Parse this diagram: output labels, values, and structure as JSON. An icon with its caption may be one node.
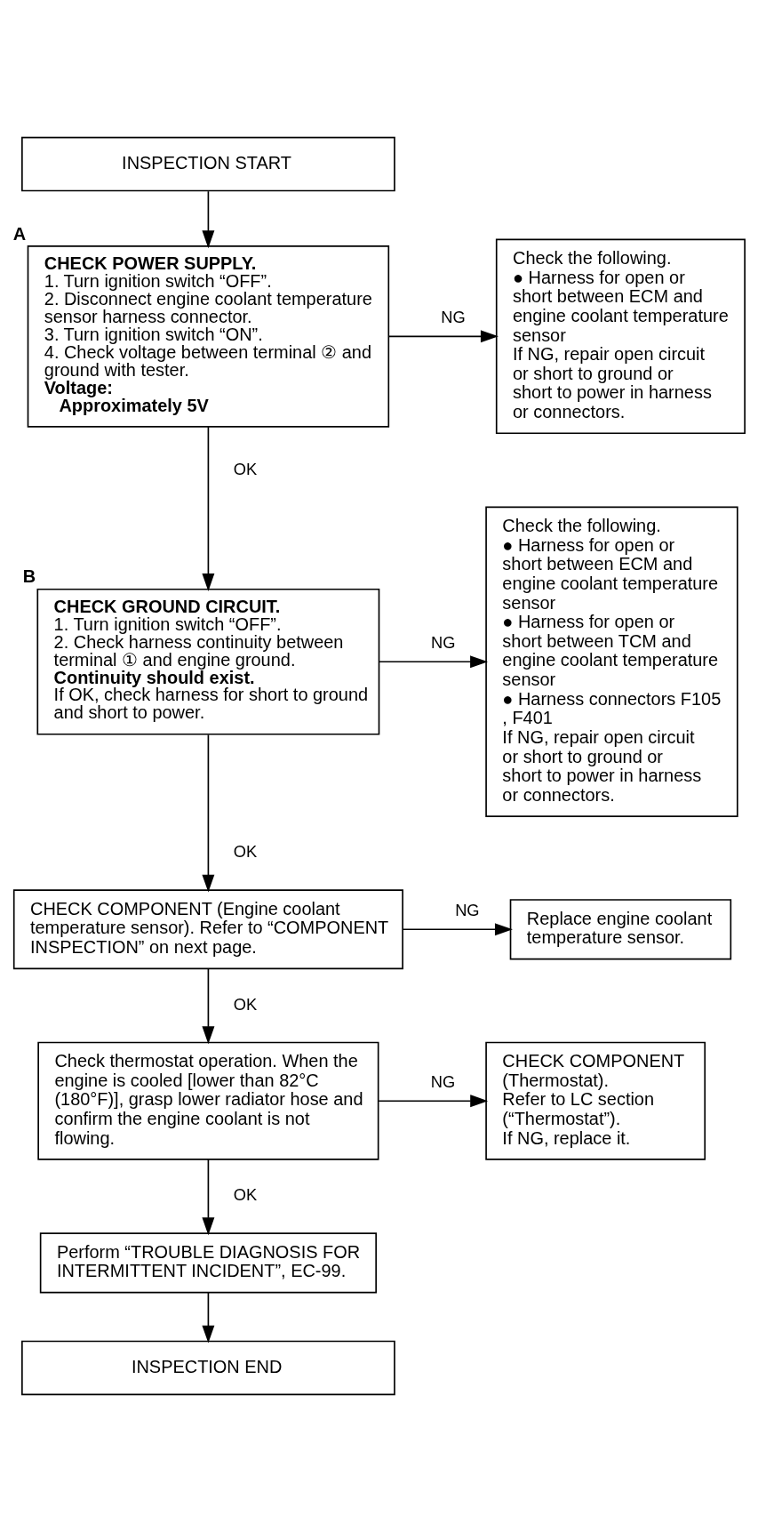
{
  "diagram": {
    "nodes": [
      {
        "text": [
          "INSPECTION START"
        ]
      },
      {
        "text": [
          "CHECK POWER SUPPLY.",
          "1. Turn ignition switch “OFF”.",
          "2. Disconnect engine coolant temperature sensor harness connector.",
          "3. Turn ignition switch “ON”.",
          "4. Check voltage between terminal ② and ground with tester.",
          "Voltage:",
          "Approximately 5V"
        ],
        "beside": [
          "A"
        ]
      },
      {
        "text": [
          "Check the following.",
          "● Harness for open or short between ECM and engine coolant temperature sensor",
          "If NG, repair open circuit or short to ground or short to power in harness or connectors."
        ]
      },
      {
        "text": [
          "CHECK GROUND CIRCUIT.",
          "1. Turn ignition switch “OFF”.",
          "2. Check harness continuity between terminal ① and engine ground.",
          "Continuity should exist.",
          "If OK, check harness for short to ground and short to power."
        ],
        "beside": [
          "B"
        ]
      },
      {
        "text": [
          "Check the following.",
          "● Harness for open or short between ECM and engine coolant temperature sensor",
          "● Harness for open or short between TCM and engine coolant temperature sensor",
          "● Harness connectors F105 , F401",
          "If NG, repair open circuit or short to ground or short to power in harness or connectors."
        ]
      },
      {
        "text": [
          "CHECK COMPONENT (Engine coolant temperature sensor). Refer to “COMPONENT INSPECTION” on next page."
        ]
      },
      {
        "text": [
          "Replace engine coolant temperature sensor."
        ]
      },
      {
        "text": [
          "Check thermostat operation. When the engine is cooled [lower than 82°C (180°F)], grasp lower radiator hose and confirm the engine coolant is not flowing."
        ]
      },
      {
        "text": [
          "CHECK COMPONENT (Thermostat).",
          "Refer to LC section (“Thermostat”).",
          "If NG, replace it."
        ]
      },
      {
        "text": [
          "Perform “TROUBLE DIAGNOSIS FOR INTERMITTENT INCIDENT”, EC-99."
        ]
      },
      {
        "text": [
          "INSPECTION END"
        ]
      }
    ],
    "edges": [
      {
        "from": 0,
        "to": 1,
        "arrow": "to"
      },
      {
        "from": 1,
        "to": 2,
        "arrow": "to",
        "label": "NG"
      },
      {
        "from": 1,
        "to": 3,
        "arrow": "to",
        "label": "OK"
      },
      {
        "from": 3,
        "to": 4,
        "arrow": "to",
        "label": "NG"
      },
      {
        "from": 3,
        "to": 5,
        "arrow": "to",
        "label": "OK"
      },
      {
        "from": 5,
        "to": 6,
        "arrow": "to",
        "label": "NG"
      },
      {
        "from": 5,
        "to": 7,
        "arrow": "to",
        "label": "OK"
      },
      {
        "from": 7,
        "to": 8,
        "arrow": "to",
        "label": "NG"
      },
      {
        "from": 7,
        "to": 9,
        "arrow": "to",
        "label": "OK"
      },
      {
        "from": 9,
        "to": 10,
        "arrow": "to"
      }
    ]
  }
}
